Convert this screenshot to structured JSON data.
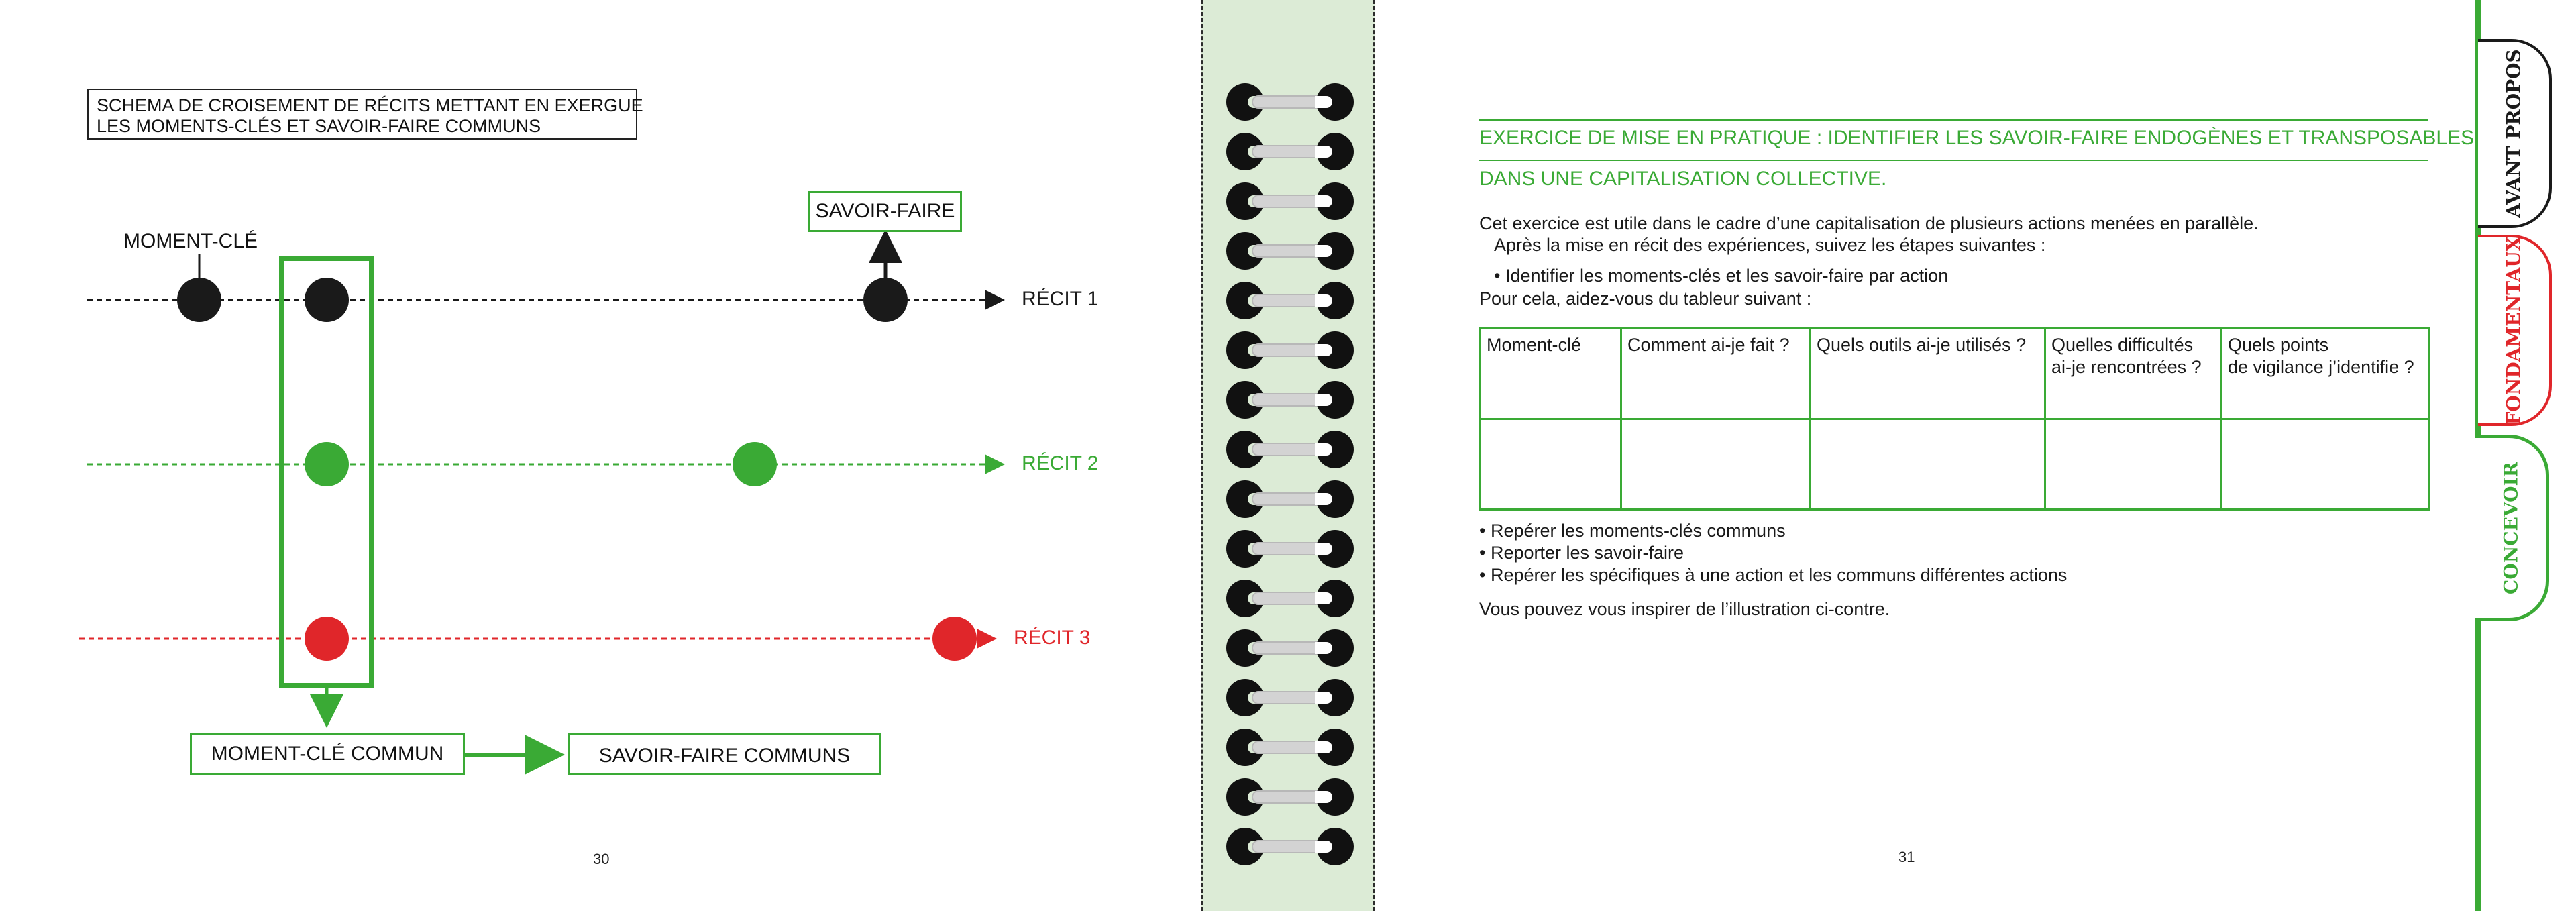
{
  "left_page": {
    "diagram_title_line1": "SCHEMA DE CROISEMENT DE RÉCITS METTANT EN EXERGUE",
    "diagram_title_line2": "LES MOMENTS-CLÉS ET SAVOIR-FAIRE COMMUNS",
    "moment_cle_label": "MOMENT-CLÉ",
    "savoir_faire_label": "SAVOIR-FAIRE",
    "recits": [
      {
        "label": "RÉCIT 1",
        "color": "#1a1a1a"
      },
      {
        "label": "RÉCIT 2",
        "color": "#3aaa35"
      },
      {
        "label": "RÉCIT 3",
        "color": "#e0262a"
      }
    ],
    "moment_cle_commun": "MOMENT-CLÉ COMMUN",
    "savoir_faire_communs": "SAVOIR-FAIRE COMMUNS",
    "page_number": "30"
  },
  "right_page": {
    "heading_line1": "EXERCICE DE MISE EN PRATIQUE : IDENTIFIER LES SAVOIR-FAIRE ENDOGÈNES ET TRANSPOSABLES",
    "heading_line2": "DANS UNE CAPITALISATION COLLECTIVE.",
    "intro_line1": "Cet exercice est utile dans le cadre d’une capitalisation de plusieurs actions menées en parallèle.",
    "intro_line2": "Après la mise en récit des expériences, suivez les étapes suivantes :",
    "bullet1": "• Identifier les moments-clés et les savoir-faire par action",
    "intro_line3": "Pour cela, aidez-vous du tableur suivant :",
    "table_headers": [
      "Moment-clé",
      "Comment ai-je fait ?",
      "Quels outils ai-je utilisés ?",
      "Quelles difficultés\nai-je rencontrées ?",
      "Quels points\nde vigilance j’identifie ?"
    ],
    "steps": [
      "• Repérer les moments-clés communs",
      "• Reporter les savoir-faire",
      "• Repérer les spécifiques à une action et les communs différentes actions"
    ],
    "closing": "Vous pouvez vous inspirer de l’illustration ci-contre.",
    "page_number": "31"
  },
  "tabs": [
    {
      "label": "AVANT PROPOS",
      "color": "#1a1a1a",
      "state": "inactive"
    },
    {
      "label": "FONDAMENTAUX",
      "color": "#e0262a",
      "state": "inactive"
    },
    {
      "label": "CONCEVOIR",
      "color": "#3aaa35",
      "state": "active"
    }
  ],
  "colors": {
    "green": "#3aaa35",
    "red": "#e0262a",
    "black": "#1a1a1a",
    "binding": "#dcebd6"
  }
}
